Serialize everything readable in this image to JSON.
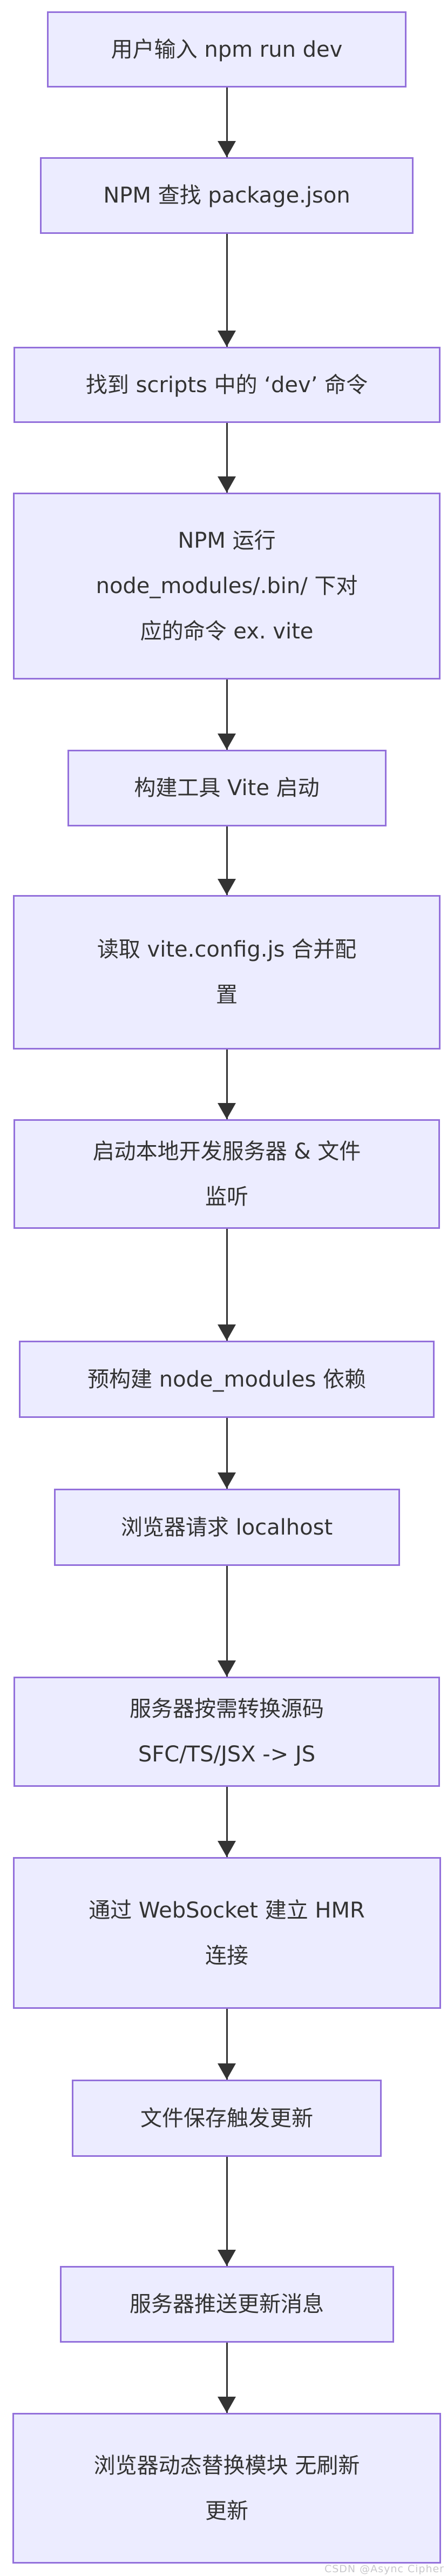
{
  "diagram": {
    "type": "flowchart",
    "direction": "top-down",
    "nodes": [
      {
        "id": "n1",
        "label": "用户输入 npm run dev"
      },
      {
        "id": "n2",
        "label": "NPM 查找 package.json"
      },
      {
        "id": "n3",
        "label": "找到 scripts 中的 ‘dev’ 命令"
      },
      {
        "id": "n4",
        "label": "NPM 运行\nnode_modules/.bin/ 下对\n应的命令 ex. vite"
      },
      {
        "id": "n5",
        "label": "构建工具 Vite 启动"
      },
      {
        "id": "n6",
        "label": "读取 vite.config.js 合并配\n置"
      },
      {
        "id": "n7",
        "label": "启动本地开发服务器 & 文件\n监听"
      },
      {
        "id": "n8",
        "label": "预构建 node_modules 依赖"
      },
      {
        "id": "n9",
        "label": "浏览器请求 localhost"
      },
      {
        "id": "n10",
        "label": "服务器按需转换源码\nSFC/TS/JSX -> JS"
      },
      {
        "id": "n11",
        "label": "通过 WebSocket 建立 HMR\n连接"
      },
      {
        "id": "n12",
        "label": "文件保存触发更新"
      },
      {
        "id": "n13",
        "label": "服务器推送更新消息"
      },
      {
        "id": "n14",
        "label": "浏览器动态替换模块 无刷新\n更新"
      }
    ],
    "edges": [
      {
        "from": "n1",
        "to": "n2"
      },
      {
        "from": "n2",
        "to": "n3"
      },
      {
        "from": "n3",
        "to": "n4"
      },
      {
        "from": "n4",
        "to": "n5"
      },
      {
        "from": "n5",
        "to": "n6"
      },
      {
        "from": "n6",
        "to": "n7"
      },
      {
        "from": "n7",
        "to": "n8"
      },
      {
        "from": "n8",
        "to": "n9"
      },
      {
        "from": "n9",
        "to": "n10"
      },
      {
        "from": "n10",
        "to": "n11"
      },
      {
        "from": "n11",
        "to": "n12"
      },
      {
        "from": "n12",
        "to": "n13"
      },
      {
        "from": "n13",
        "to": "n14"
      }
    ],
    "colors": {
      "node_fill": "#ECECFF",
      "node_border": "#9370DB",
      "text": "#333333",
      "arrow": "#333333",
      "background": "#ffffff"
    }
  },
  "watermark": {
    "text": "CSDN @Async Cipher",
    "color": "#c9c9cc"
  }
}
